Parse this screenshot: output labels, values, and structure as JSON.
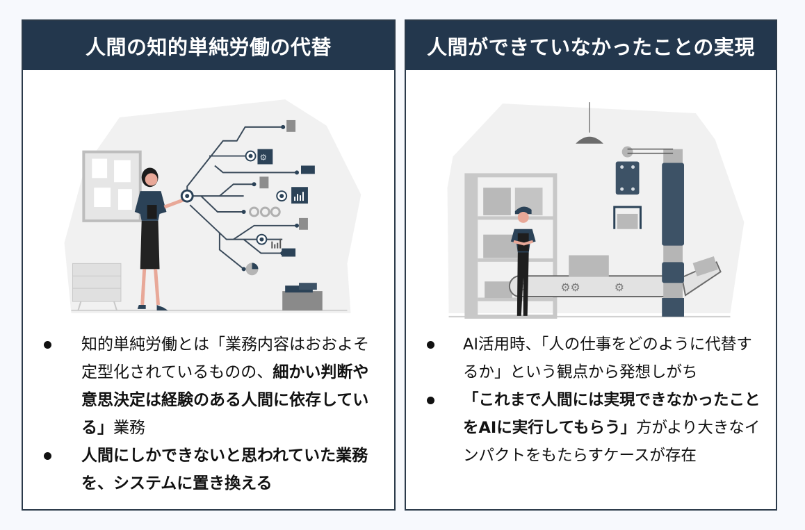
{
  "panels": [
    {
      "title": "人間の知的単純労働の代替",
      "illustration": "woman-presenting-flowchart-illustration",
      "bullets": [
        {
          "segments": [
            {
              "text": "知的単純労働とは「業務内容はおおよそ定型化されているものの、",
              "bold": false
            },
            {
              "text": "細かい判断や意思決定は経験のある人間に依存している」",
              "bold": true
            },
            {
              "text": "業務",
              "bold": false
            }
          ]
        },
        {
          "segments": [
            {
              "text": "人間にしかできないと思われていた業務を、システムに置き換える",
              "bold": true
            }
          ]
        }
      ]
    },
    {
      "title": "人間ができていなかったことの実現",
      "illustration": "factory-robot-arm-conveyor-illustration",
      "bullets": [
        {
          "segments": [
            {
              "text": "AI活用時、「人の仕事をどのように代替するか」という観点から発想しがち",
              "bold": false
            }
          ]
        },
        {
          "segments": [
            {
              "text": "「これまで人間には実現できなかったことをAIに実行してもらう」",
              "bold": true
            },
            {
              "text": "方がより大きなインパクトをもたらすケースが存在",
              "bold": false
            }
          ]
        }
      ]
    }
  ],
  "colors": {
    "header_bg": "#23374d",
    "header_text": "#ffffff",
    "border": "#2b3a4a",
    "page_bg": "#f7f9fd",
    "illustration_navy": "#2b4257",
    "illustration_gray": "#a9a9a9"
  }
}
